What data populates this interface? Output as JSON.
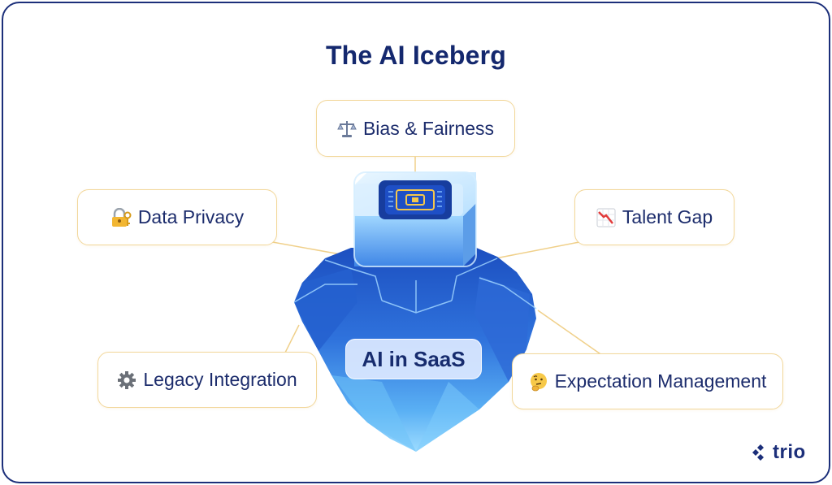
{
  "title": "The AI Iceberg",
  "center_label": "AI in SaaS",
  "cards": {
    "bias": {
      "label": "Bias & Fairness",
      "icon": "balance-scale-icon"
    },
    "privacy": {
      "label": "Data Privacy",
      "icon": "locked-with-key-icon"
    },
    "talent": {
      "label": "Talent Gap",
      "icon": "chart-decreasing-icon"
    },
    "legacy": {
      "label": "Legacy Integration",
      "icon": "gear-icon"
    },
    "expectation": {
      "label": "Expectation Management",
      "icon": "thinking-face-icon"
    }
  },
  "logo": {
    "text": "trio",
    "icon": "trio-logo-icon"
  },
  "colors": {
    "title": "#14286e",
    "frame": "#1c2f7a",
    "card_border": "#f2d79a",
    "connector": "#f0d08a",
    "iceberg_dark": "#1f57c7",
    "iceberg_light": "#8fd3ff",
    "chip": "#1e4fc6"
  }
}
